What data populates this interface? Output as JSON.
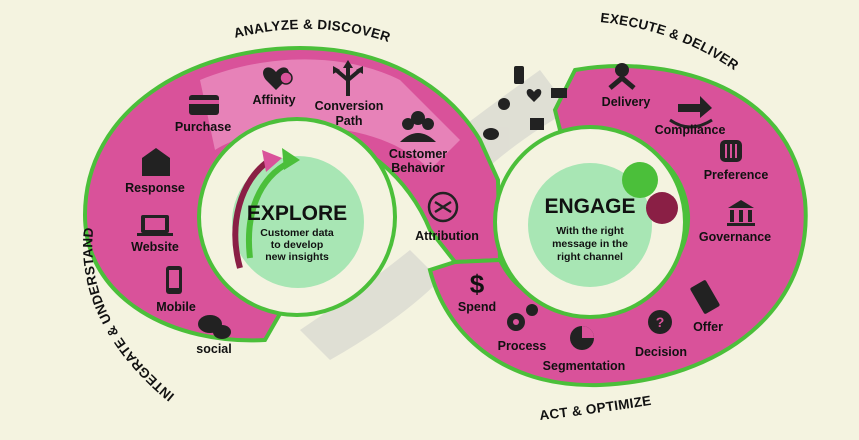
{
  "arc_titles": {
    "analyze": "ANALYZE & DISCOVER",
    "execute": "EXECUTE & DELIVER",
    "integrate": "INTEGRATE & UNDERSTAND",
    "act": "ACT & OPTIMIZE"
  },
  "explore": {
    "title": "EXPLORE",
    "line1": "Customer data",
    "line2": "to develop",
    "line3": "new insights"
  },
  "engage": {
    "title": "ENGAGE",
    "line1": "With the right",
    "line2": "message in the",
    "line3": "right channel"
  },
  "left_items": [
    "Purchase",
    "Response",
    "Website",
    "Mobile",
    "social"
  ],
  "top_items": {
    "affinity": "Affinity",
    "conversion_1": "Conversion",
    "conversion_2": "Path",
    "behavior_1": "Customer",
    "behavior_2": "Behavior",
    "attribution": "Attribution"
  },
  "right_items": [
    "Delivery",
    "Compliance",
    "Preference",
    "Governance",
    "Offer"
  ],
  "bottom_items": [
    "Spend",
    "Process",
    "Segmentation",
    "Decision"
  ],
  "colors": {
    "background": "#f4f3e0",
    "band": "#d9529a",
    "band_light": "#e98bbd",
    "border": "#4bbf3a",
    "circle": "#a8e6b4",
    "dark_circle": "#8a1f45"
  }
}
